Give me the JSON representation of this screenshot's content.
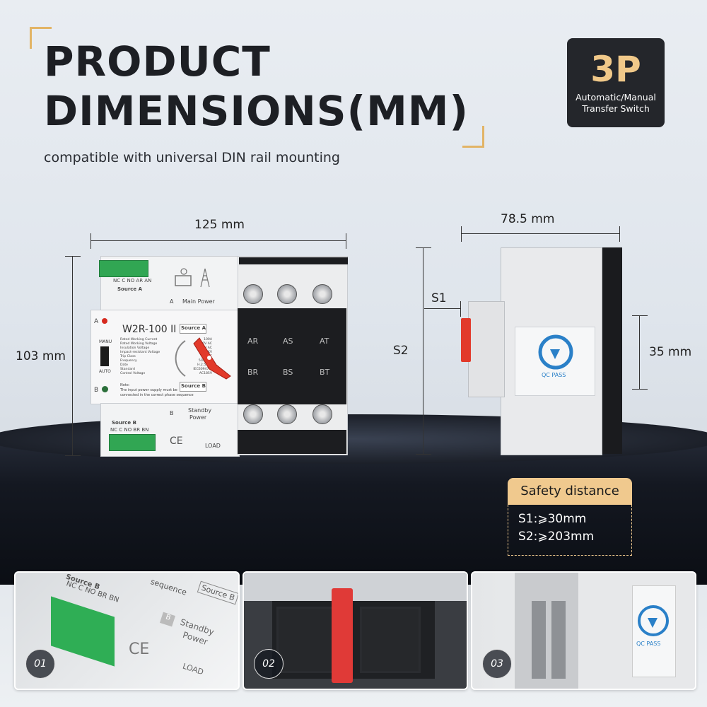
{
  "header": {
    "title_line1": "PRODUCT",
    "title_line2": "DIMENSIONS(MM)",
    "subtitle": "compatible with universal DIN rail mounting"
  },
  "badge": {
    "big": "3P",
    "line1": "Automatic/Manual",
    "line2": "Transfer Switch"
  },
  "dimensions": {
    "width": "125 mm",
    "height": "103 mm",
    "depth": "78.5 mm",
    "s1": "S1",
    "s2": "S2",
    "rail": "35 mm"
  },
  "device": {
    "model": "W2R-100 II",
    "source_a": "Source A",
    "source_b": "Source B",
    "terminals_a": "NC C NO AR AN",
    "terminals_b": "NC C NO BR BN",
    "main_power": "Main Power",
    "standby_power_1": "Standby",
    "standby_power_2": "Power",
    "load": "LOAD",
    "a_letter": "A",
    "b_letter": "B",
    "manu": "MANU",
    "auto": "AUTO",
    "phase_top": [
      "AR",
      "AS",
      "AT"
    ],
    "phase_bottom": [
      "BR",
      "BS",
      "BT"
    ],
    "ce": "CE",
    "qc": "QC PASS",
    "specs": [
      [
        "Rated Working Current",
        "100A"
      ],
      [
        "Rated Working Voltage",
        "230V AC"
      ],
      [
        "Insulation Voltage",
        "690V AC"
      ],
      [
        "Impact-resistant Voltage",
        "8KV"
      ],
      [
        "Trip Class",
        "PC"
      ],
      [
        "Frequency",
        "50/60Hz"
      ],
      [
        "Date",
        "H.2.5.0.7"
      ],
      [
        "Standard",
        "IEC60947-6"
      ],
      [
        "Control Voltage",
        "AC185V"
      ]
    ],
    "note_1": "Note:",
    "note_2": "The input power supply must be",
    "note_3": "connected in the correct phase sequence"
  },
  "safety": {
    "heading": "Safety distance",
    "s1": "S1:⩾30mm",
    "s2": "S2:⩾203mm"
  },
  "thumbs": [
    {
      "num": "01",
      "source": "Source B",
      "terminals": "NC C NO BR BN",
      "standby_1": "Standby",
      "standby_2": "Power",
      "b_letter": "B",
      "load": "LOAD",
      "ce": "CE",
      "sequence": "sequence",
      "source_tab": "Source B"
    },
    {
      "num": "02"
    },
    {
      "num": "03",
      "qc": "QC PASS"
    }
  ],
  "colors": {
    "accent": "#f0c98e",
    "red_handle": "#e23a2b",
    "terminal_green": "#31a653"
  }
}
